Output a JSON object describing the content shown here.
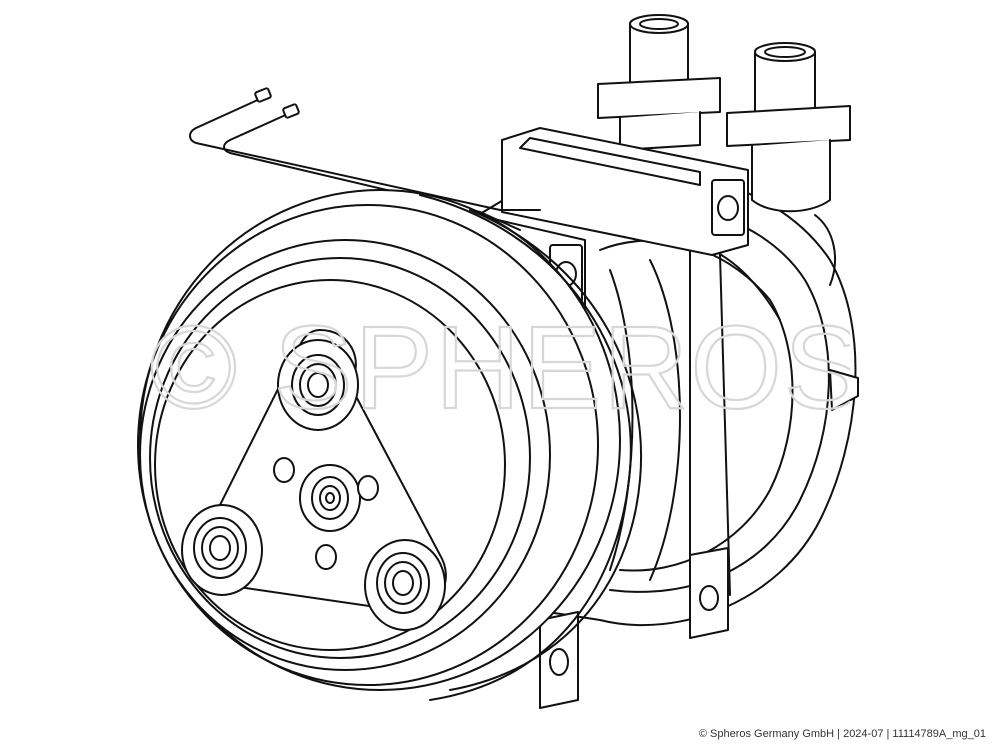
{
  "illustration": {
    "subject": "compressor-line-drawing",
    "line_color": "#111111",
    "background": "#ffffff"
  },
  "watermark": {
    "text": "© SPHEROS",
    "color": "#d7d7d7"
  },
  "footer": {
    "credit": "© Spheros Germany GmbH | 2024-07 | 11114789A_mg_01"
  }
}
